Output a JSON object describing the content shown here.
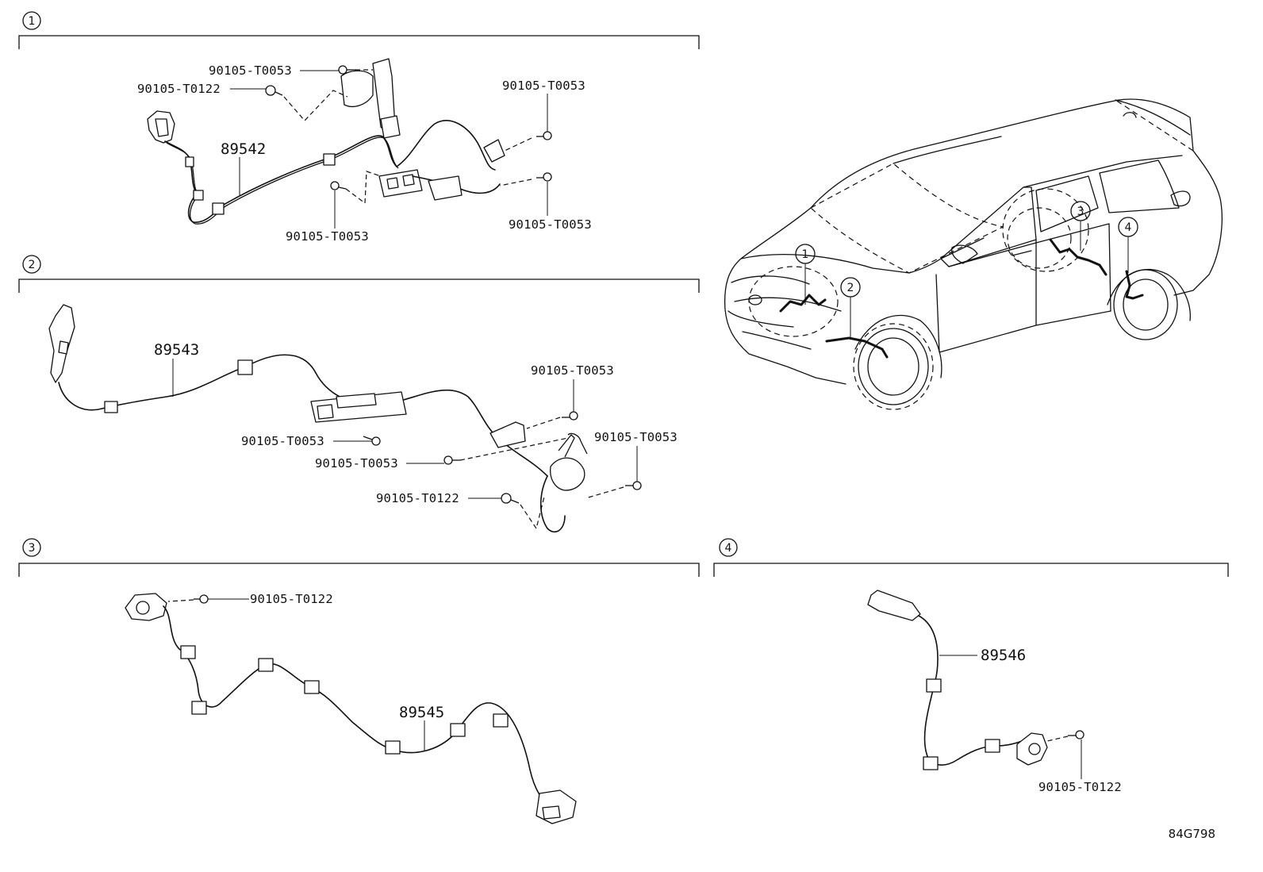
{
  "sections": [
    {
      "number": "1"
    },
    {
      "number": "2"
    },
    {
      "number": "3"
    },
    {
      "number": "4"
    }
  ],
  "parts": {
    "sensor_front_1": "89542",
    "sensor_front_2": "89543",
    "sensor_rear_3": "89545",
    "sensor_rear_4": "89546"
  },
  "bolts": {
    "t0053": "90105-T0053",
    "t0122": "90105-T0122"
  },
  "car_callouts": [
    "1",
    "2",
    "3",
    "4"
  ],
  "illustration_code": "84G798"
}
